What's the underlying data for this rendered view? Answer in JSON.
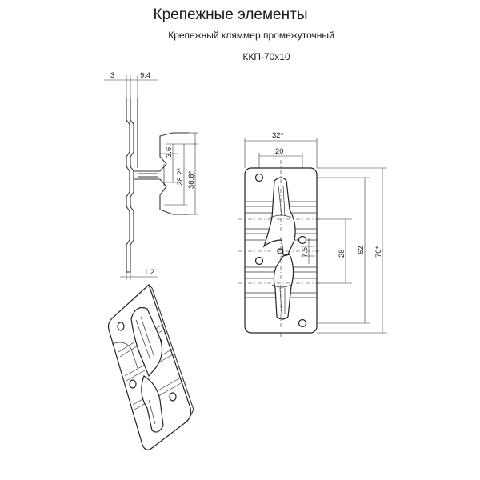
{
  "header": {
    "title": "Крепежные элементы",
    "subtitle": "Крепежный кляммер промежуточный",
    "code": "ККП-70х10"
  },
  "side_view": {
    "dims": {
      "top_left": "3",
      "top_right": "9.4",
      "d1": "3.6",
      "d2": "28.2*",
      "d3": "36.6*",
      "bottom": "1.2"
    }
  },
  "front_view": {
    "dims": {
      "width_total": "32*",
      "width_inner": "20",
      "h_small": "7.5",
      "h_mid": "28",
      "h_big": "62",
      "h_total": "70*"
    }
  }
}
